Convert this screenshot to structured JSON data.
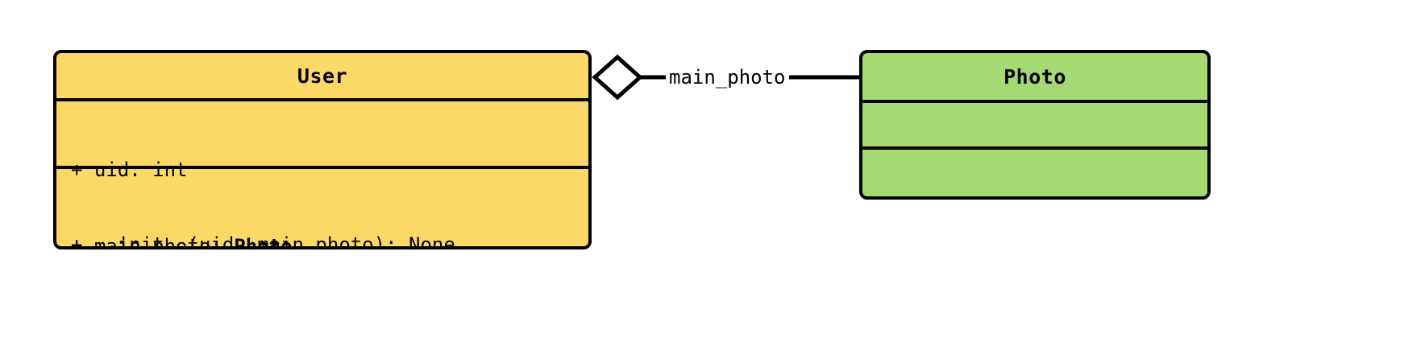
{
  "diagram": {
    "type": "uml-class-diagram",
    "background_color": "#ffffff",
    "border_color": "#000000"
  },
  "classes": [
    {
      "id": "user",
      "name": "User",
      "fill_color": "#FCD966",
      "attributes": [
        {
          "visibility": "+",
          "text": "+ uid: int",
          "name": "uid",
          "type": "int",
          "type_emphasis": false
        },
        {
          "visibility": "+",
          "prefix": "+ main_photo: ",
          "name": "main_photo",
          "type": "Photo",
          "type_emphasis": true
        }
      ],
      "methods": [
        {
          "visibility": "+",
          "text": "+ __init__(uid, main_photo): None",
          "name": "__init__",
          "params": "uid, main_photo",
          "returns": "None"
        }
      ]
    },
    {
      "id": "photo",
      "name": "Photo",
      "fill_color": "#A5D973",
      "attributes": [],
      "methods": []
    }
  ],
  "relationships": [
    {
      "id": "user-main-photo",
      "kind": "aggregation",
      "diamond_style": "hollow",
      "source": "User",
      "target": "Photo",
      "label": "main_photo"
    }
  ]
}
